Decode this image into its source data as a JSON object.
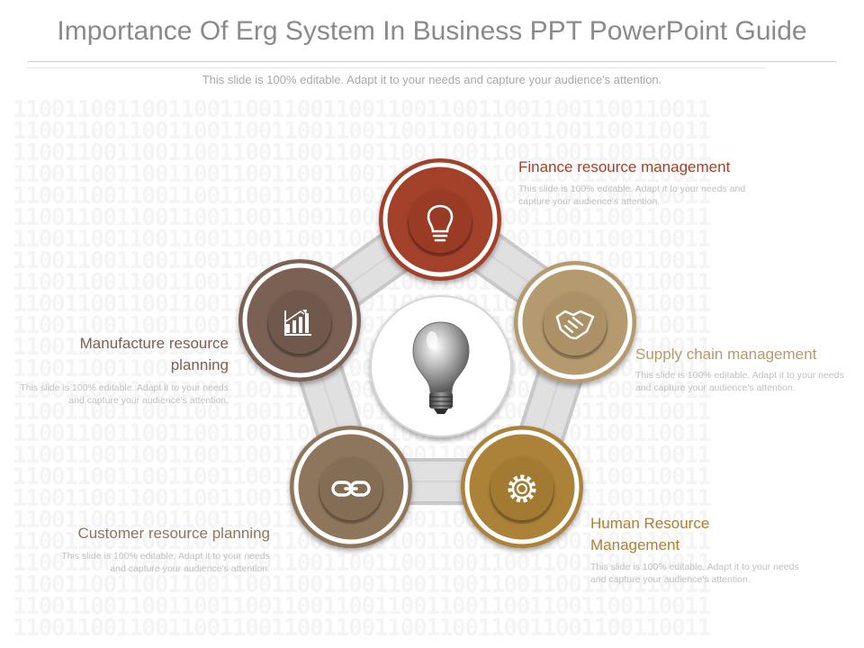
{
  "title": "Importance Of Erg System In Business PPT PowerPoint Guide",
  "subtitle": "This slide is 100% editable. Adapt it to your needs and capture your audience's attention.",
  "background_pattern": "110011001100110011001100110011001100110011001100110011",
  "colors": {
    "title": "#8a8a8a",
    "finance": "#a4412b",
    "supply_chain": "#b49a6e",
    "human_resource": "#ac8138",
    "customer": "#8e765c",
    "manufacture": "#7a6154"
  },
  "center_icon": "light-bulb-icon",
  "items": [
    {
      "key": "finance",
      "label": "Finance resource management",
      "description": "This slide is 100% editable. Adapt it to your needs and capture your audience's attention.",
      "icon": "light-bulb-icon",
      "color": "#a4412b"
    },
    {
      "key": "supply_chain",
      "label": "Supply chain management",
      "description": "This slide is 100% editable. Adapt it to your needs and capture your audience's attention.",
      "icon": "handshake-icon",
      "color": "#b49a6e"
    },
    {
      "key": "human_resource",
      "label": "Human Resource Management",
      "description": "This slide is 100% editable. Adapt it to your needs and capture your audience's attention.",
      "icon": "gear-icon",
      "color": "#ac8138"
    },
    {
      "key": "customer",
      "label": "Customer resource planning",
      "description": "This slide is 100% editable. Adapt it to your needs and capture your audience's attention.",
      "icon": "chain-link-icon",
      "color": "#8e765c"
    },
    {
      "key": "manufacture",
      "label": "Manufacture resource planning",
      "description": "This slide is 100% editable. Adapt it to your needs and capture your audience's attention.",
      "icon": "bar-chart-icon",
      "color": "#7a6154"
    }
  ]
}
